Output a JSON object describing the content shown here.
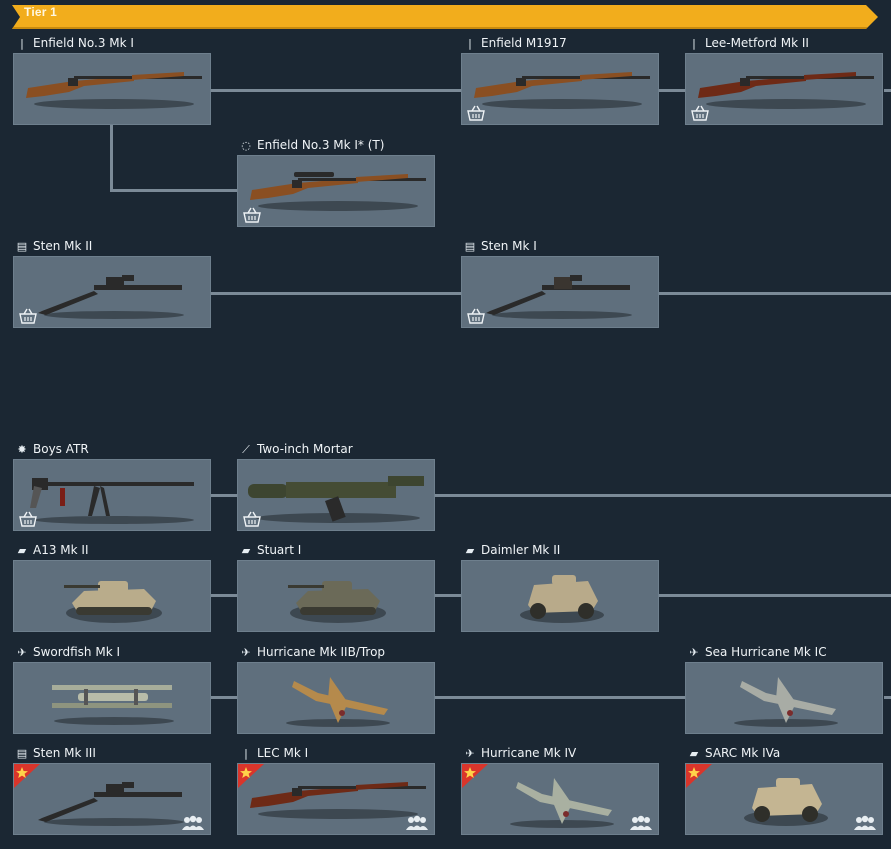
{
  "tier": {
    "label": "Tier 1"
  },
  "icons": {
    "rifle": "rifle-icon",
    "sniper": "crosshair-icon",
    "smg": "magazine-icon",
    "antitank": "explosion-icon",
    "mortar": "mortar-icon",
    "tank": "tank-icon",
    "plane": "plane-icon",
    "shop": "basket-icon",
    "premium": "star-icon",
    "squad": "squad-icon"
  },
  "colors": {
    "background": "#1b2733",
    "tier_banner": "#f2ad1c",
    "card": "#5f6f7d",
    "connector": "#7b8a97",
    "premium_flag": "#d9352b"
  },
  "nodes": [
    {
      "id": "enfield-no3",
      "name": "Enfield No.3 Mk I",
      "icon_glyph": "|",
      "art": "rifle",
      "shop": false,
      "premium": false
    },
    {
      "id": "enfield-m1917",
      "name": "Enfield M1917",
      "icon_glyph": "|",
      "art": "rifle",
      "shop": true,
      "premium": false
    },
    {
      "id": "lee-metford",
      "name": "Lee-Metford Mk II",
      "icon_glyph": "|",
      "art": "rifle-dark",
      "shop": true,
      "premium": false
    },
    {
      "id": "enfield-no3t",
      "name": "Enfield No.3 Mk I* (T)",
      "icon_glyph": "◌",
      "art": "rifle-scope",
      "shop": true,
      "premium": false
    },
    {
      "id": "sten-mk2",
      "name": "Sten Mk II",
      "icon_glyph": "▤",
      "art": "smg",
      "shop": true,
      "premium": false
    },
    {
      "id": "sten-mk1",
      "name": "Sten Mk I",
      "icon_glyph": "▤",
      "art": "smg-wood",
      "shop": true,
      "premium": false
    },
    {
      "id": "boys-atr",
      "name": "Boys ATR",
      "icon_glyph": "✸",
      "art": "atr",
      "shop": true,
      "premium": false
    },
    {
      "id": "two-inch-mortar",
      "name": "Two-inch Mortar",
      "icon_glyph": "⟋",
      "art": "mortar",
      "shop": true,
      "premium": false
    },
    {
      "id": "a13",
      "name": "A13 Mk II",
      "icon_glyph": "▰",
      "art": "tank",
      "shop": false,
      "premium": false
    },
    {
      "id": "stuart",
      "name": "Stuart I",
      "icon_glyph": "▰",
      "art": "tank-green",
      "shop": false,
      "premium": false
    },
    {
      "id": "daimler",
      "name": "Daimler Mk II",
      "icon_glyph": "▰",
      "art": "armored-car",
      "shop": false,
      "premium": false
    },
    {
      "id": "swordfish",
      "name": "Swordfish Mk I",
      "icon_glyph": "✈",
      "art": "biplane",
      "shop": false,
      "premium": false
    },
    {
      "id": "hurricane-iib",
      "name": "Hurricane Mk IIB/Trop",
      "icon_glyph": "✈",
      "art": "plane-desert",
      "shop": false,
      "premium": false
    },
    {
      "id": "sea-hurricane",
      "name": "Sea Hurricane Mk IC",
      "icon_glyph": "✈",
      "art": "plane-grey",
      "shop": false,
      "premium": false
    },
    {
      "id": "sten-mk3",
      "name": "Sten Mk III",
      "icon_glyph": "▤",
      "art": "smg",
      "shop": false,
      "premium": true
    },
    {
      "id": "lec-mk1",
      "name": "LEC Mk I",
      "icon_glyph": "|",
      "art": "rifle-dark",
      "shop": false,
      "premium": true
    },
    {
      "id": "hurricane-iv",
      "name": "Hurricane Mk IV",
      "icon_glyph": "✈",
      "art": "plane-camo",
      "shop": false,
      "premium": true
    },
    {
      "id": "sarc",
      "name": "SARC Mk IVa",
      "icon_glyph": "▰",
      "art": "armored-car-tan",
      "shop": false,
      "premium": true
    }
  ]
}
